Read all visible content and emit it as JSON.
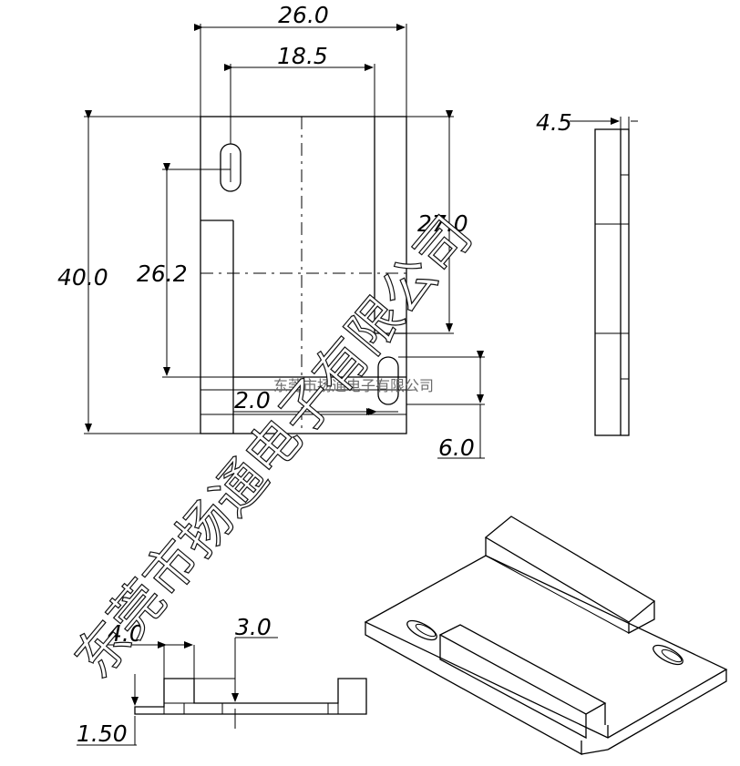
{
  "drawing": {
    "dimensions": {
      "width_26": "26.0",
      "width_185": "18.5",
      "height_40": "40.0",
      "height_262": "26.2",
      "height_27": "27.0",
      "gap_2": "2.0",
      "height_6": "6.0",
      "thick_45": "4.5",
      "side_4": "4.0",
      "side_3": "3.0",
      "side_15": "1.50"
    }
  },
  "watermark": {
    "large": "东莞市扬通电子有限公司",
    "small": "东莞市扬通电子有限公司"
  }
}
